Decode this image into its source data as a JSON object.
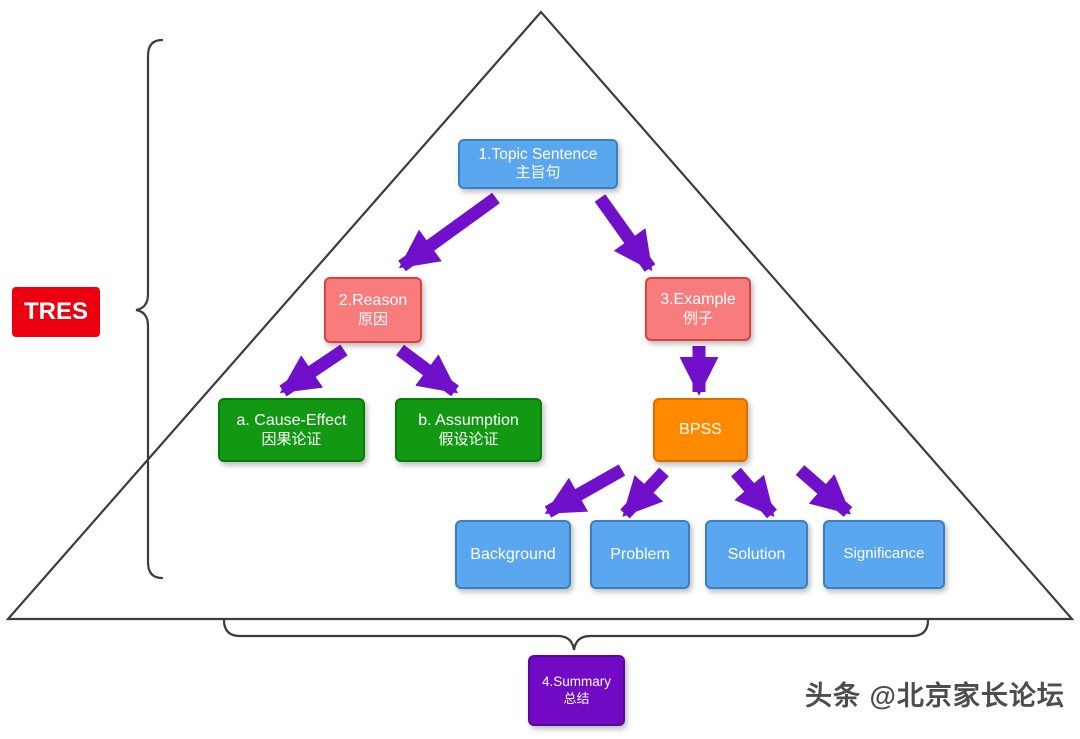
{
  "tres": {
    "label": "TRES"
  },
  "nodes": {
    "topic": {
      "line1": "1.Topic Sentence",
      "line2": "主旨句"
    },
    "reason": {
      "line1": "2.Reason",
      "line2": "原因"
    },
    "example": {
      "line1": "3.Example",
      "line2": "例子"
    },
    "cause_effect": {
      "line1": "a.  Cause-Effect",
      "line2": "因果论证"
    },
    "assumption": {
      "line1": "b.  Assumption",
      "line2": "假设论证"
    },
    "bpss": {
      "line1": "BPSS"
    },
    "background": {
      "line1": "Background"
    },
    "problem": {
      "line1": "Problem"
    },
    "solution": {
      "line1": "Solution"
    },
    "significance": {
      "line1": "Significance"
    },
    "summary": {
      "line1": "4.Summary",
      "line2": "总结"
    }
  },
  "watermark": "头条 @北京家长论坛",
  "colors": {
    "box_blue": "#5AA7F0",
    "box_blue_border": "#3C7FC0",
    "box_pink": "#F87C7C",
    "box_pink_border": "#D94040",
    "box_green": "#129812",
    "box_green_border": "#0B7A0B",
    "box_orange": "#FF8A00",
    "box_orange_border": "#D46F00",
    "box_purple": "#7209C5",
    "box_purple_border": "#5A079C",
    "arrow_purple": "#7110CB",
    "tres_red": "#EC0010",
    "line_gray": "#3C3C3C",
    "watermark_gray": "#4D4D4D"
  }
}
